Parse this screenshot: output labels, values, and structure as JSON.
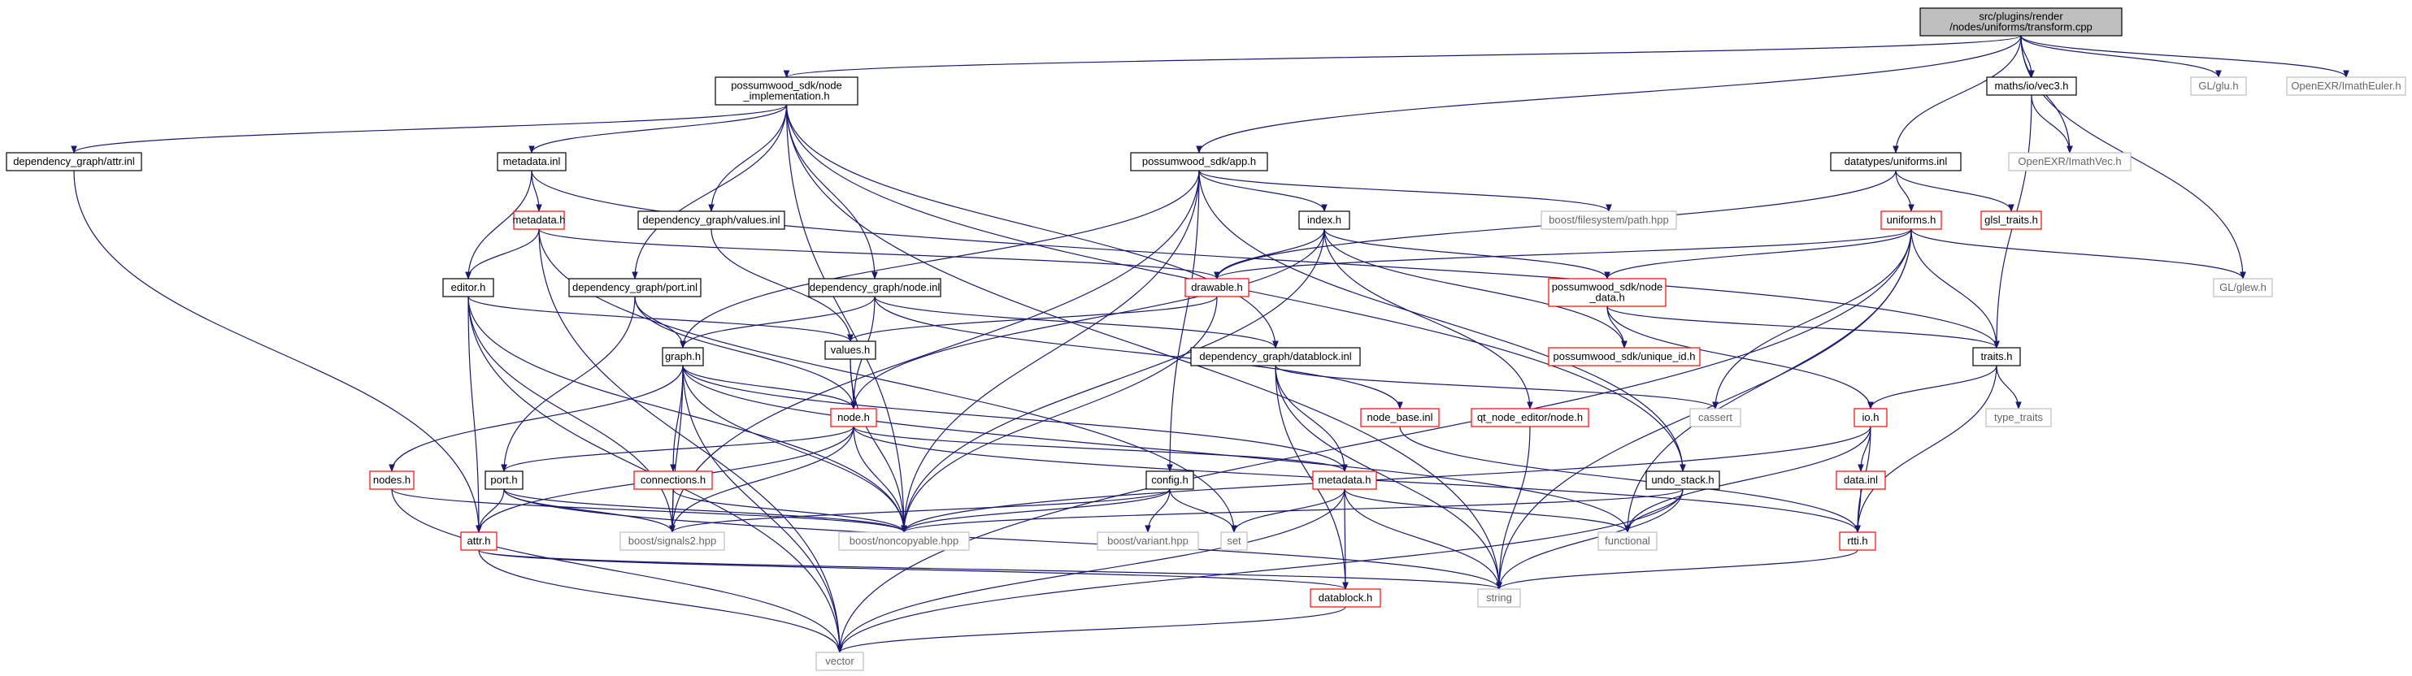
{
  "diagram": {
    "colors": {
      "edge": "#191970",
      "node_default_border": "#000000",
      "node_red_border": "#ff0000",
      "node_gray_border": "#bfbfbf",
      "node_root_fill": "#bfbfbf",
      "node_fill": "#ffffff",
      "gray_text": "#666666"
    },
    "nodes": [
      {
        "id": "transform",
        "lines": [
          "src/plugins/render",
          "/nodes/uniforms/transform.cpp"
        ],
        "style": "root"
      },
      {
        "id": "node_impl",
        "lines": [
          "possumwood_sdk/node",
          "_implementation.h"
        ],
        "style": "black"
      },
      {
        "id": "attr_inl",
        "lines": [
          "dependency_graph/attr.inl"
        ],
        "style": "black"
      },
      {
        "id": "metadata_inl",
        "lines": [
          "metadata.inl"
        ],
        "style": "black"
      },
      {
        "id": "metadata_h_top",
        "lines": [
          "metadata.h"
        ],
        "style": "red"
      },
      {
        "id": "editor_h",
        "lines": [
          "editor.h"
        ],
        "style": "black"
      },
      {
        "id": "values_inl",
        "lines": [
          "dependency_graph/values.inl"
        ],
        "style": "black"
      },
      {
        "id": "port_inl",
        "lines": [
          "dependency_graph/port.inl"
        ],
        "style": "black"
      },
      {
        "id": "node_inl",
        "lines": [
          "dependency_graph/node.inl"
        ],
        "style": "black"
      },
      {
        "id": "app_h",
        "lines": [
          "possumwood_sdk/app.h"
        ],
        "style": "black"
      },
      {
        "id": "index_h",
        "lines": [
          "index.h"
        ],
        "style": "black"
      },
      {
        "id": "drawable_h",
        "lines": [
          "drawable.h"
        ],
        "style": "red"
      },
      {
        "id": "values_h",
        "lines": [
          "values.h"
        ],
        "style": "black"
      },
      {
        "id": "graph_h",
        "lines": [
          "graph.h"
        ],
        "style": "black"
      },
      {
        "id": "node_h",
        "lines": [
          "node.h"
        ],
        "style": "red"
      },
      {
        "id": "datablock_inl",
        "lines": [
          "dependency_graph/datablock.inl"
        ],
        "style": "black"
      },
      {
        "id": "boost_fs",
        "lines": [
          "boost/filesystem/path.hpp"
        ],
        "style": "gray"
      },
      {
        "id": "nodes_h",
        "lines": [
          "nodes.h"
        ],
        "style": "red"
      },
      {
        "id": "port_h",
        "lines": [
          "port.h"
        ],
        "style": "black"
      },
      {
        "id": "connections_h",
        "lines": [
          "connections.h"
        ],
        "style": "red"
      },
      {
        "id": "attr_h",
        "lines": [
          "attr.h"
        ],
        "style": "red"
      },
      {
        "id": "config_h",
        "lines": [
          "config.h"
        ],
        "style": "black"
      },
      {
        "id": "metadata_h_low",
        "lines": [
          "metadata.h"
        ],
        "style": "red"
      },
      {
        "id": "node_base_inl",
        "lines": [
          "node_base.inl"
        ],
        "style": "red"
      },
      {
        "id": "qt_node_editor",
        "lines": [
          "qt_node_editor/node.h"
        ],
        "style": "red"
      },
      {
        "id": "boost_signals",
        "lines": [
          "boost/signals2.hpp"
        ],
        "style": "gray"
      },
      {
        "id": "boost_noncopy",
        "lines": [
          "boost/noncopyable.hpp"
        ],
        "style": "gray"
      },
      {
        "id": "boost_variant",
        "lines": [
          "boost/variant.hpp"
        ],
        "style": "gray"
      },
      {
        "id": "set",
        "lines": [
          "set"
        ],
        "style": "gray"
      },
      {
        "id": "datablock_h",
        "lines": [
          "datablock.h"
        ],
        "style": "red"
      },
      {
        "id": "string",
        "lines": [
          "string"
        ],
        "style": "gray"
      },
      {
        "id": "vector",
        "lines": [
          "vector"
        ],
        "style": "gray"
      },
      {
        "id": "functional",
        "lines": [
          "functional"
        ],
        "style": "gray"
      },
      {
        "id": "undo_stack",
        "lines": [
          "undo_stack.h"
        ],
        "style": "black"
      },
      {
        "id": "cassert",
        "lines": [
          "cassert"
        ],
        "style": "gray"
      },
      {
        "id": "pw_node_data",
        "lines": [
          "possumwood_sdk/node",
          "_data.h"
        ],
        "style": "red"
      },
      {
        "id": "pw_unique_id",
        "lines": [
          "possumwood_sdk/unique_id.h"
        ],
        "style": "red"
      },
      {
        "id": "datatypes_uniforms",
        "lines": [
          "datatypes/uniforms.inl"
        ],
        "style": "black"
      },
      {
        "id": "uniforms_h",
        "lines": [
          "uniforms.h"
        ],
        "style": "red"
      },
      {
        "id": "glsl_traits",
        "lines": [
          "glsl_traits.h"
        ],
        "style": "red"
      },
      {
        "id": "maths_io_vec3",
        "lines": [
          "maths/io/vec3.h"
        ],
        "style": "black"
      },
      {
        "id": "openexr_vec",
        "lines": [
          "OpenEXR/ImathVec.h"
        ],
        "style": "gray"
      },
      {
        "id": "gl_glu",
        "lines": [
          "GL/glu.h"
        ],
        "style": "gray"
      },
      {
        "id": "openexr_euler",
        "lines": [
          "OpenEXR/ImathEuler.h"
        ],
        "style": "gray"
      },
      {
        "id": "gl_glew",
        "lines": [
          "GL/glew.h"
        ],
        "style": "gray"
      },
      {
        "id": "traits_h",
        "lines": [
          "traits.h"
        ],
        "style": "black"
      },
      {
        "id": "type_traits",
        "lines": [
          "type_traits"
        ],
        "style": "gray"
      },
      {
        "id": "io_h",
        "lines": [
          "io.h"
        ],
        "style": "red"
      },
      {
        "id": "data_inl",
        "lines": [
          "data.inl"
        ],
        "style": "red"
      },
      {
        "id": "rtti_h",
        "lines": [
          "rtti.h"
        ],
        "style": "red"
      }
    ],
    "edges": [
      [
        "transform",
        "node_impl"
      ],
      [
        "transform",
        "app_h"
      ],
      [
        "transform",
        "datatypes_uniforms"
      ],
      [
        "transform",
        "maths_io_vec3"
      ],
      [
        "transform",
        "openexr_vec"
      ],
      [
        "transform",
        "gl_glu"
      ],
      [
        "transform",
        "openexr_euler"
      ],
      [
        "transform",
        "gl_glew"
      ],
      [
        "node_impl",
        "attr_inl"
      ],
      [
        "node_impl",
        "metadata_inl"
      ],
      [
        "node_impl",
        "values_inl"
      ],
      [
        "node_impl",
        "port_inl"
      ],
      [
        "node_impl",
        "node_inl"
      ],
      [
        "node_impl",
        "datablock_inl"
      ],
      [
        "node_impl",
        "boost_noncopy"
      ],
      [
        "node_impl",
        "undo_stack"
      ],
      [
        "node_impl",
        "string"
      ],
      [
        "attr_inl",
        "attr_h"
      ],
      [
        "metadata_inl",
        "metadata_h_top"
      ],
      [
        "metadata_inl",
        "editor_h"
      ],
      [
        "metadata_inl",
        "traits_h"
      ],
      [
        "metadata_h_top",
        "editor_h"
      ],
      [
        "metadata_h_top",
        "drawable_h"
      ],
      [
        "metadata_h_top",
        "vector"
      ],
      [
        "metadata_h_top",
        "set"
      ],
      [
        "editor_h",
        "values_h"
      ],
      [
        "editor_h",
        "boost_signals"
      ],
      [
        "editor_h",
        "boost_noncopy"
      ],
      [
        "editor_h",
        "attr_h"
      ],
      [
        "editor_h",
        "vector"
      ],
      [
        "values_inl",
        "values_h"
      ],
      [
        "port_inl",
        "graph_h"
      ],
      [
        "port_inl",
        "port_h"
      ],
      [
        "port_inl",
        "node_h"
      ],
      [
        "node_inl",
        "graph_h"
      ],
      [
        "node_inl",
        "node_h"
      ],
      [
        "node_inl",
        "datablock_inl"
      ],
      [
        "node_inl",
        "node_base_inl"
      ],
      [
        "app_h",
        "index_h"
      ],
      [
        "app_h",
        "graph_h"
      ],
      [
        "app_h",
        "config_h"
      ],
      [
        "app_h",
        "boost_fs"
      ],
      [
        "app_h",
        "boost_noncopy"
      ],
      [
        "app_h",
        "boost_signals"
      ],
      [
        "app_h",
        "undo_stack"
      ],
      [
        "index_h",
        "drawable_h"
      ],
      [
        "index_h",
        "pw_node_data"
      ],
      [
        "index_h",
        "pw_unique_id"
      ],
      [
        "index_h",
        "qt_node_editor"
      ],
      [
        "index_h",
        "node_h"
      ],
      [
        "index_h",
        "boost_noncopy"
      ],
      [
        "drawable_h",
        "values_h"
      ],
      [
        "drawable_h",
        "boost_noncopy"
      ],
      [
        "values_h",
        "node_h"
      ],
      [
        "values_h",
        "boost_noncopy"
      ],
      [
        "graph_h",
        "node_h"
      ],
      [
        "graph_h",
        "nodes_h"
      ],
      [
        "graph_h",
        "connections_h"
      ],
      [
        "graph_h",
        "boost_signals"
      ],
      [
        "graph_h",
        "boost_noncopy"
      ],
      [
        "graph_h",
        "vector"
      ],
      [
        "graph_h",
        "functional"
      ],
      [
        "graph_h",
        "metadata_h_low"
      ],
      [
        "node_h",
        "port_h"
      ],
      [
        "node_h",
        "attr_h"
      ],
      [
        "node_h",
        "metadata_h_low"
      ],
      [
        "node_h",
        "boost_signals"
      ],
      [
        "node_h",
        "boost_noncopy"
      ],
      [
        "node_h",
        "rtti_h"
      ],
      [
        "datablock_inl",
        "metadata_h_low"
      ],
      [
        "datablock_inl",
        "datablock_h"
      ],
      [
        "datablock_inl",
        "string"
      ],
      [
        "datablock_inl",
        "cassert"
      ],
      [
        "nodes_h",
        "boost_noncopy"
      ],
      [
        "nodes_h",
        "vector"
      ],
      [
        "port_h",
        "attr_h"
      ],
      [
        "port_h",
        "boost_signals"
      ],
      [
        "port_h",
        "boost_noncopy"
      ],
      [
        "port_h",
        "string"
      ],
      [
        "connections_h",
        "boost_signals"
      ],
      [
        "connections_h",
        "boost_noncopy"
      ],
      [
        "attr_h",
        "string"
      ],
      [
        "attr_h",
        "datablock_h"
      ],
      [
        "attr_h",
        "vector"
      ],
      [
        "config_h",
        "boost_noncopy"
      ],
      [
        "config_h",
        "boost_variant"
      ],
      [
        "config_h",
        "set"
      ],
      [
        "config_h",
        "boost_signals"
      ],
      [
        "metadata_h_low",
        "set"
      ],
      [
        "metadata_h_low",
        "string"
      ],
      [
        "metadata_h_low",
        "functional"
      ],
      [
        "metadata_h_low",
        "vector"
      ],
      [
        "metadata_h_low",
        "datablock_h"
      ],
      [
        "node_base_inl",
        "rtti_h"
      ],
      [
        "qt_node_editor",
        "string"
      ],
      [
        "datablock_h",
        "vector"
      ],
      [
        "undo_stack",
        "functional"
      ],
      [
        "undo_stack",
        "boost_noncopy"
      ],
      [
        "undo_stack",
        "vector"
      ],
      [
        "undo_stack",
        "string"
      ],
      [
        "pw_node_data",
        "pw_unique_id"
      ],
      [
        "pw_node_data",
        "io_h"
      ],
      [
        "pw_node_data",
        "traits_h"
      ],
      [
        "datatypes_uniforms",
        "uniforms_h"
      ],
      [
        "datatypes_uniforms",
        "glsl_traits"
      ],
      [
        "datatypes_uniforms",
        "drawable_h"
      ],
      [
        "uniforms_h",
        "drawable_h"
      ],
      [
        "uniforms_h",
        "pw_node_data"
      ],
      [
        "uniforms_h",
        "gl_glew"
      ],
      [
        "uniforms_h",
        "traits_h"
      ],
      [
        "uniforms_h",
        "functional"
      ],
      [
        "uniforms_h",
        "string"
      ],
      [
        "uniforms_h",
        "vector"
      ],
      [
        "uniforms_h",
        "cassert"
      ],
      [
        "maths_io_vec3",
        "openexr_vec"
      ],
      [
        "maths_io_vec3",
        "traits_h"
      ],
      [
        "traits_h",
        "type_traits"
      ],
      [
        "traits_h",
        "io_h"
      ],
      [
        "traits_h",
        "rtti_h"
      ],
      [
        "io_h",
        "data_inl"
      ],
      [
        "io_h",
        "rtti_h"
      ],
      [
        "io_h",
        "functional"
      ],
      [
        "io_h",
        "boost_noncopy"
      ],
      [
        "data_inl",
        "rtti_h"
      ],
      [
        "rtti_h",
        "string"
      ]
    ]
  }
}
